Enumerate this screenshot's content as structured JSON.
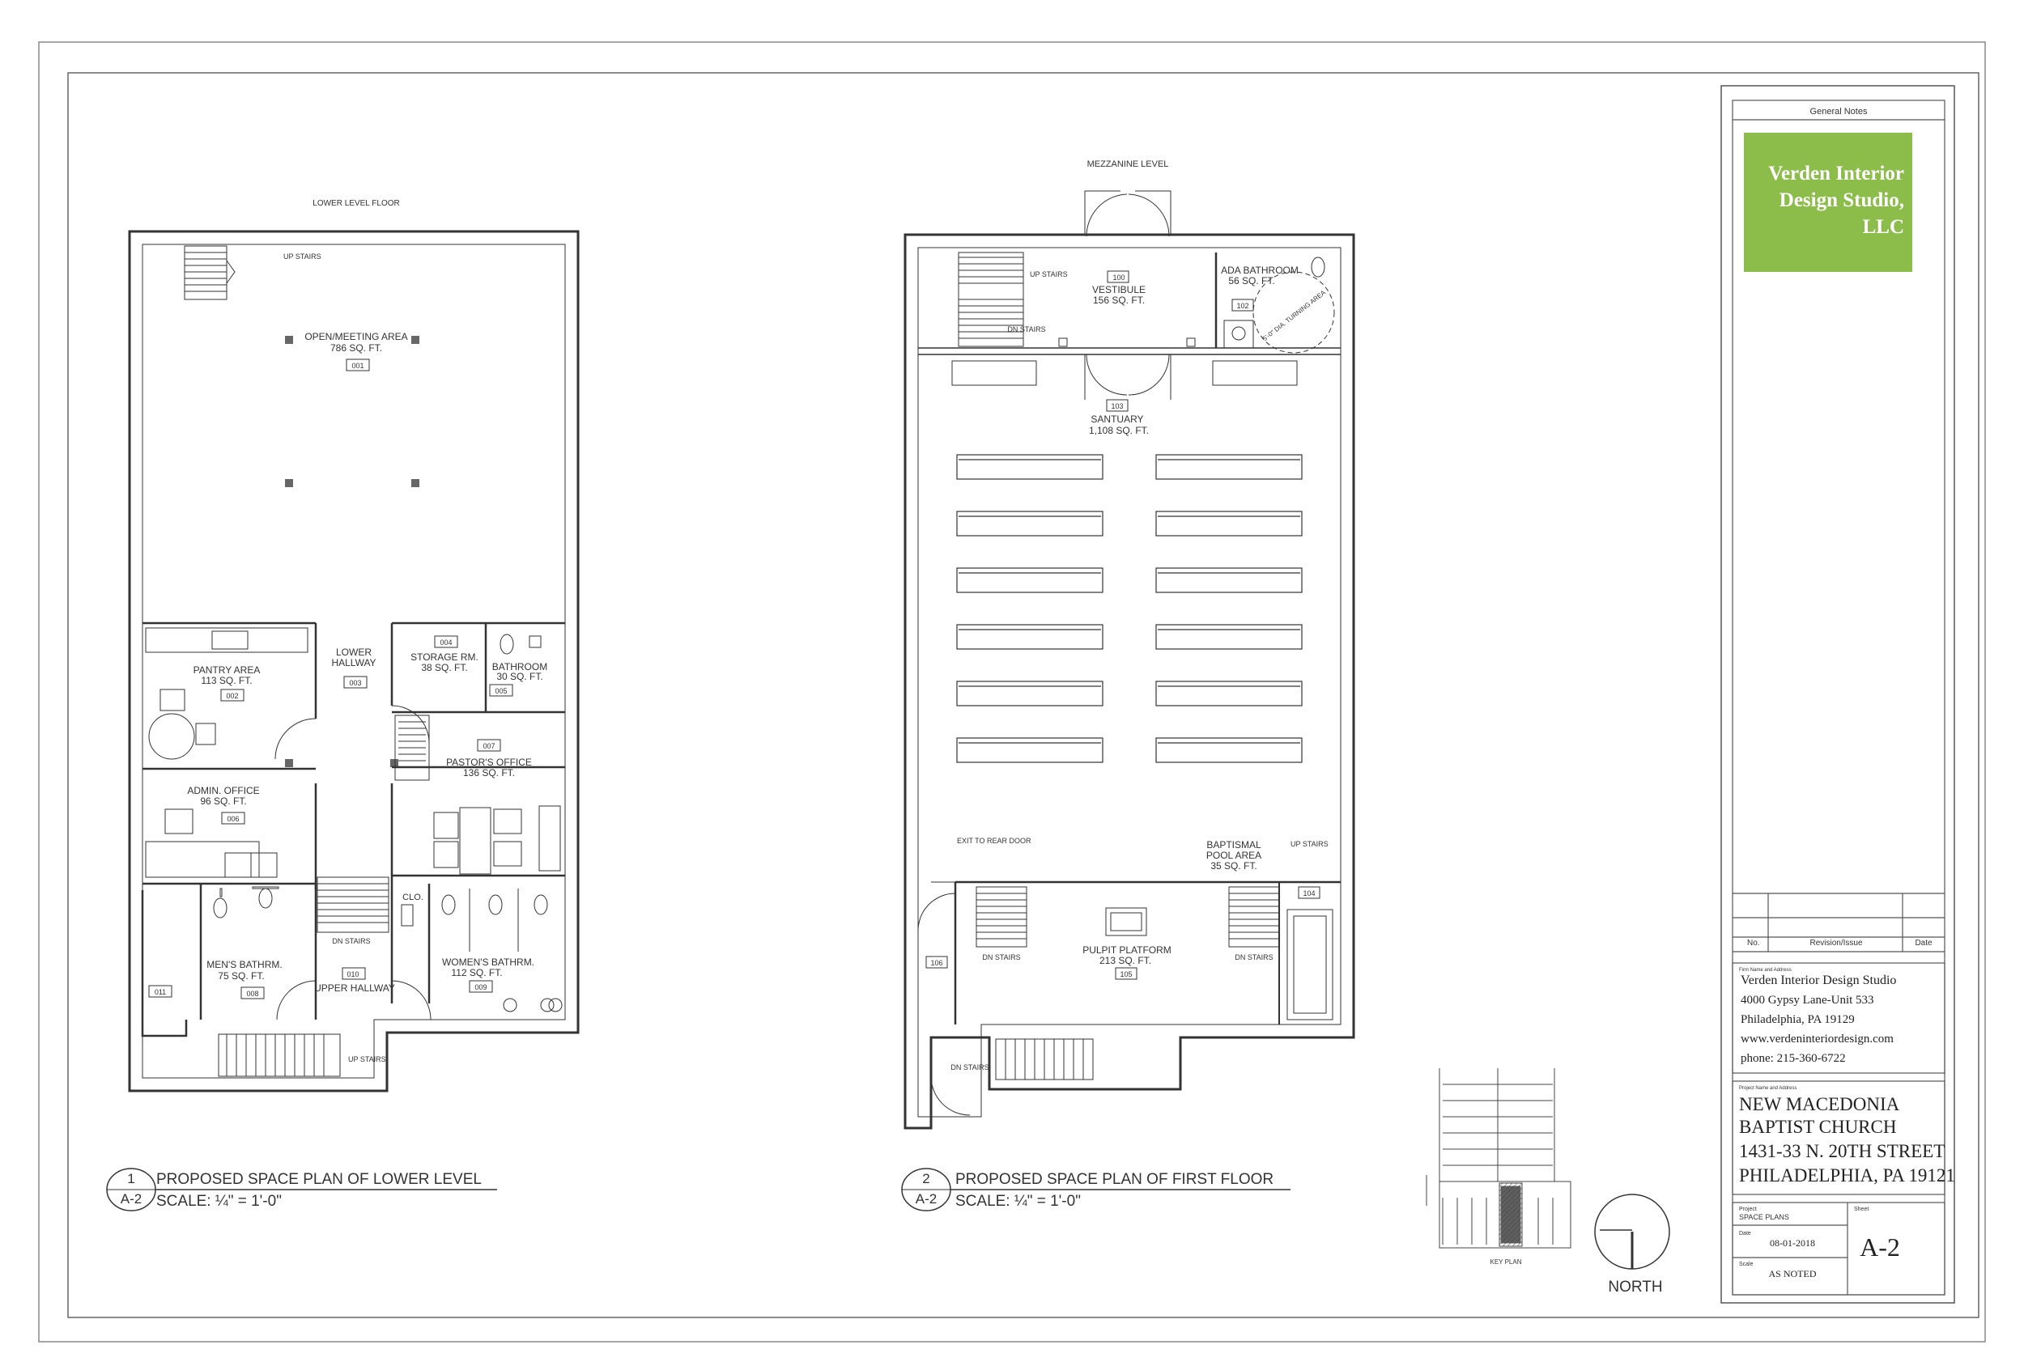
{
  "plan1": {
    "header": "LOWER LEVEL FLOOR",
    "number": "1",
    "sheet": "A-2",
    "title": "PROPOSED SPACE PLAN OF LOWER LEVEL",
    "scale": "SCALE: ¼\" = 1'-0\"",
    "stairs_up_top": "UP STAIRS",
    "stairs_up_bottom": "UP STAIRS",
    "stairs_dn": "DN STAIRS",
    "rooms": [
      {
        "name": "OPEN/MEETING AREA",
        "area": "786 SQ. FT.",
        "num": "001"
      },
      {
        "name": "PANTRY AREA",
        "area": "113 SQ. FT.",
        "num": "002"
      },
      {
        "name": "LOWER HALLWAY",
        "area": "",
        "num": "003"
      },
      {
        "name": "STORAGE RM.",
        "area": "38 SQ. FT.",
        "num": "004"
      },
      {
        "name": "BATHROOM",
        "area": "30 SQ. FT.",
        "num": "005"
      },
      {
        "name": "ADMIN. OFFICE",
        "area": "96 SQ. FT.",
        "num": "006"
      },
      {
        "name": "PASTOR'S OFFICE",
        "area": "136 SQ. FT.",
        "num": "007"
      },
      {
        "name": "MEN'S BATHRM.",
        "area": "75 SQ. FT.",
        "num": "008"
      },
      {
        "name": "WOMEN'S BATHRM.",
        "area": "112 SQ. FT.",
        "num": "009"
      },
      {
        "name": "UPPER HALLWAY",
        "area": "",
        "num": "010"
      },
      {
        "name": "",
        "area": "",
        "num": "011"
      }
    ],
    "clo": "CLO."
  },
  "plan2": {
    "header": "MEZZANINE LEVEL",
    "number": "2",
    "sheet": "A-2",
    "title": "PROPOSED SPACE PLAN OF FIRST FLOOR",
    "scale": "SCALE: ¼\" = 1'-0\"",
    "stairs_up": "UP STAIRS",
    "stairs_dn": "DN STAIRS",
    "exit": "EXIT TO REAR DOOR",
    "turning": "5'-0\" DIA. TURNING AREA",
    "rooms": [
      {
        "name": "VESTIBULE",
        "area": "156 SQ. FT.",
        "num": "100"
      },
      {
        "name": "ADA BATHROOM",
        "area": "56 SQ. FT.",
        "num": "102"
      },
      {
        "name": "SANTUARY",
        "area": "1,108 SQ. FT.",
        "num": "103"
      },
      {
        "name": "BAPTISMAL POOL AREA",
        "area": "35 SQ. FT.",
        "num": "104"
      },
      {
        "name": "PULPIT PLATFORM",
        "area": "213 SQ. FT.",
        "num": "105"
      },
      {
        "name": "",
        "area": "",
        "num": "106"
      }
    ]
  },
  "key_plan": {
    "label": "KEY PLAN",
    "north": "NORTH"
  },
  "title_block": {
    "general_notes": "General Notes",
    "logo_lines": [
      "Verden Interior",
      "Design Studio,",
      "LLC"
    ],
    "logo_color": "#8cbd4b",
    "rev_no": "No.",
    "rev_issue": "Revision/Issue",
    "rev_date": "Date",
    "firm_caption": "Firm Name and Address",
    "firm_lines": [
      "Verden Interior Design Studio",
      "4000 Gypsy Lane-Unit 533",
      "Philadelphia, PA 19129",
      "www.verdeninteriordesign.com",
      "phone: 215-360-6722"
    ],
    "project_caption": "Project Name and Address",
    "project_lines": [
      "NEW MACEDONIA",
      "BAPTIST CHURCH",
      "1431-33 N. 20TH STREET",
      "PHILADELPHIA, PA 19121"
    ],
    "project_label": "Project",
    "project_value": "SPACE PLANS",
    "sheet_label": "Sheet",
    "sheet_value": "A-2",
    "date_label": "Date",
    "date_value": "08-01-2018",
    "scale_label": "Scale",
    "scale_value": "AS NOTED"
  }
}
